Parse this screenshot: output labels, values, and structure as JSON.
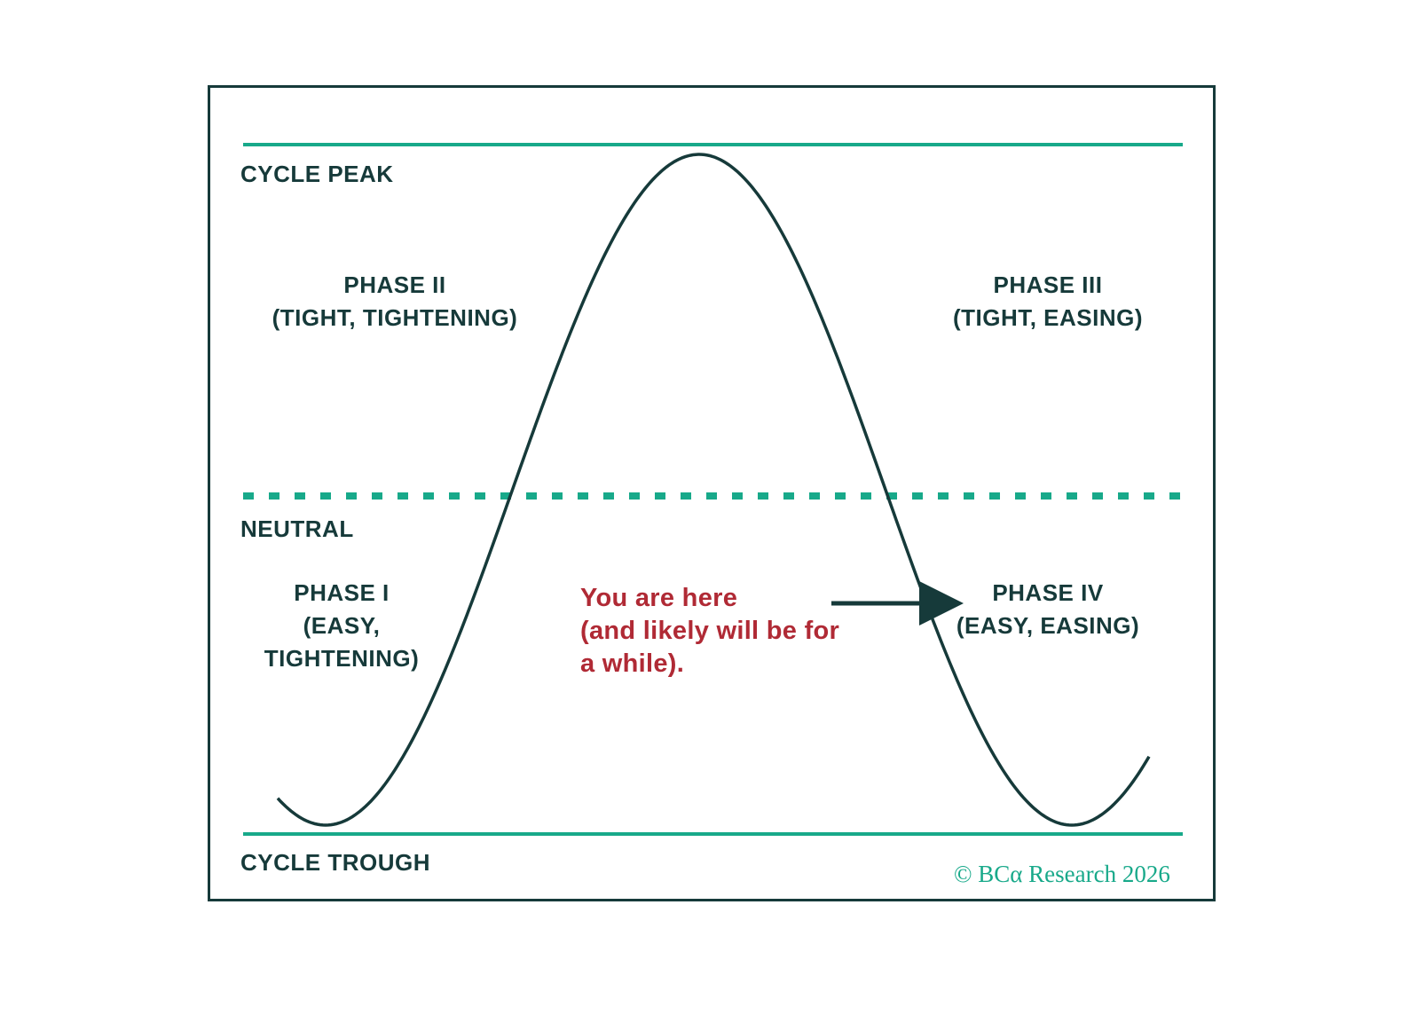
{
  "levels": {
    "peak": "CYCLE PEAK",
    "neutral": "NEUTRAL",
    "trough": "CYCLE TROUGH"
  },
  "phases": {
    "phase1": {
      "title": "PHASE I",
      "line1": "(EASY,",
      "line2": "TIGHTENING)"
    },
    "phase2": {
      "title": "PHASE II",
      "line1": "(TIGHT, TIGHTENING)"
    },
    "phase3": {
      "title": "PHASE III",
      "line1": "(TIGHT, EASING)"
    },
    "phase4": {
      "title": "PHASE IV",
      "line1": "(EASY, EASING)"
    }
  },
  "annotation": {
    "line1": "You are here",
    "line2": "(and likely will be for",
    "line3": "a while)."
  },
  "credit": "© BCα Research 2026",
  "colors": {
    "frame": "#163a3a",
    "curve": "#163a3a",
    "accent_lines": "#18a98a",
    "text": "#163a3a",
    "annotation": "#b02a35",
    "background": "#ffffff"
  }
}
